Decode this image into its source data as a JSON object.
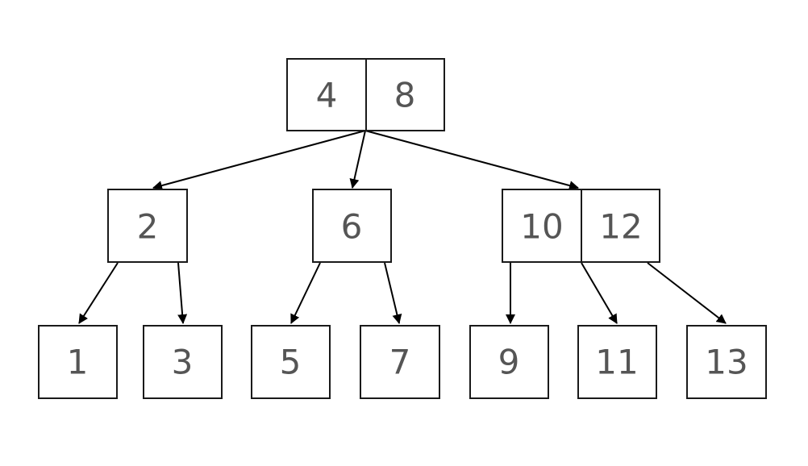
{
  "tree": {
    "root": {
      "keys": [
        "4",
        "8"
      ]
    },
    "level2": [
      {
        "keys": [
          "2"
        ]
      },
      {
        "keys": [
          "6"
        ]
      },
      {
        "keys": [
          "10",
          "12"
        ]
      }
    ],
    "leaves": [
      {
        "keys": [
          "1"
        ]
      },
      {
        "keys": [
          "3"
        ]
      },
      {
        "keys": [
          "5"
        ]
      },
      {
        "keys": [
          "7"
        ]
      },
      {
        "keys": [
          "9"
        ]
      },
      {
        "keys": [
          "11"
        ]
      },
      {
        "keys": [
          "13"
        ]
      }
    ]
  }
}
